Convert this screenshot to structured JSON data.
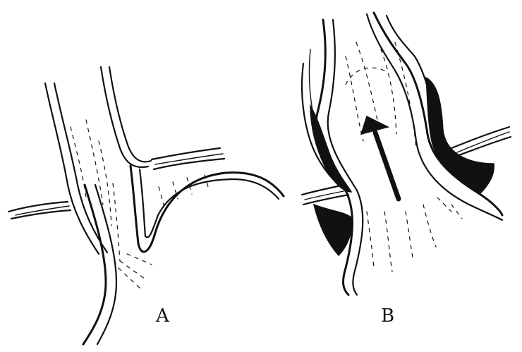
{
  "panels": [
    {
      "id": "A",
      "label": "A"
    },
    {
      "id": "B",
      "label": "B"
    }
  ],
  "colors": {
    "ink": "#111111",
    "background": "#ffffff"
  }
}
